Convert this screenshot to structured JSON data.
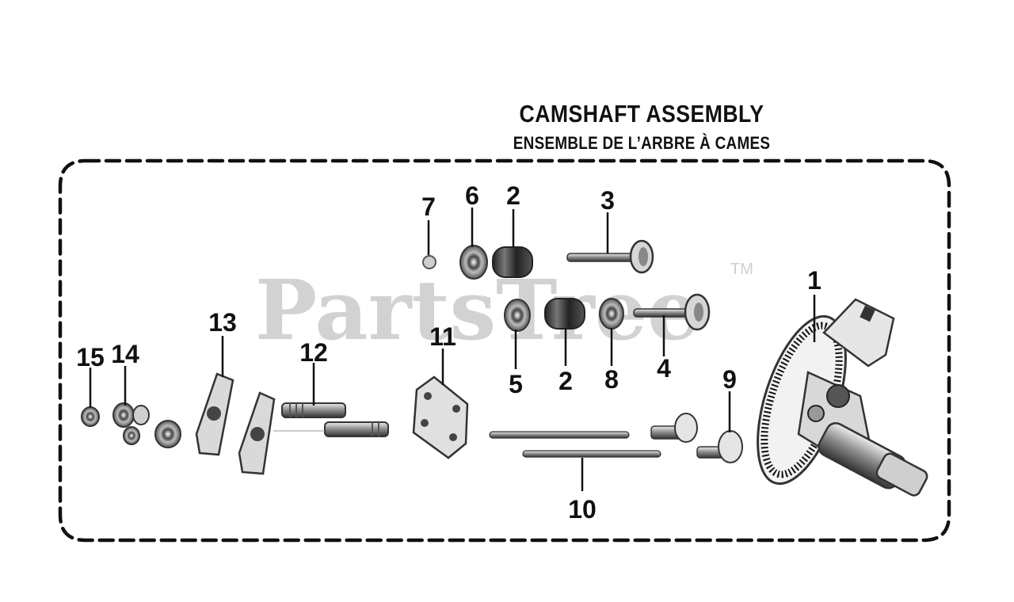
{
  "title": "CAMSHAFT ASSEMBLY",
  "subtitle": "ENSEMBLE DE L’ARBRE À CAMES",
  "watermark": {
    "text": "PartsTree",
    "mark": "TM"
  },
  "callouts": [
    {
      "id": "callout-1",
      "label": "1"
    },
    {
      "id": "callout-2a",
      "label": "2"
    },
    {
      "id": "callout-2b",
      "label": "2"
    },
    {
      "id": "callout-3",
      "label": "3"
    },
    {
      "id": "callout-4",
      "label": "4"
    },
    {
      "id": "callout-5",
      "label": "5"
    },
    {
      "id": "callout-6",
      "label": "6"
    },
    {
      "id": "callout-7",
      "label": "7"
    },
    {
      "id": "callout-8",
      "label": "8"
    },
    {
      "id": "callout-9",
      "label": "9"
    },
    {
      "id": "callout-10",
      "label": "10"
    },
    {
      "id": "callout-11",
      "label": "11"
    },
    {
      "id": "callout-12",
      "label": "12"
    },
    {
      "id": "callout-13",
      "label": "13"
    },
    {
      "id": "callout-14",
      "label": "14"
    },
    {
      "id": "callout-15",
      "label": "15"
    }
  ]
}
